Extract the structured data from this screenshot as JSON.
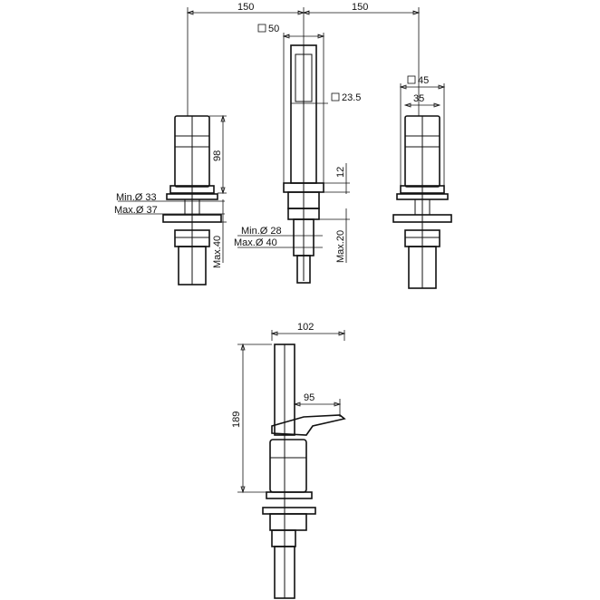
{
  "dimensions": {
    "spacing_left": "150",
    "spacing_right": "150",
    "handshower_square": "50",
    "handle_square": "23.5",
    "spout_square": "45",
    "spout_body_width": "35",
    "body_height": "98",
    "flange_height": "12",
    "min_diameter_left": "Min.Ø 33",
    "max_diameter_left": "Max.Ø 37",
    "max_thickness_left": "Max.40",
    "min_diameter_center": "Min.Ø 28",
    "max_diameter_center": "Max.Ø 40",
    "max_thickness_center": "Max.20",
    "side_total_depth": "102",
    "side_reach": "95",
    "side_height": "189"
  }
}
